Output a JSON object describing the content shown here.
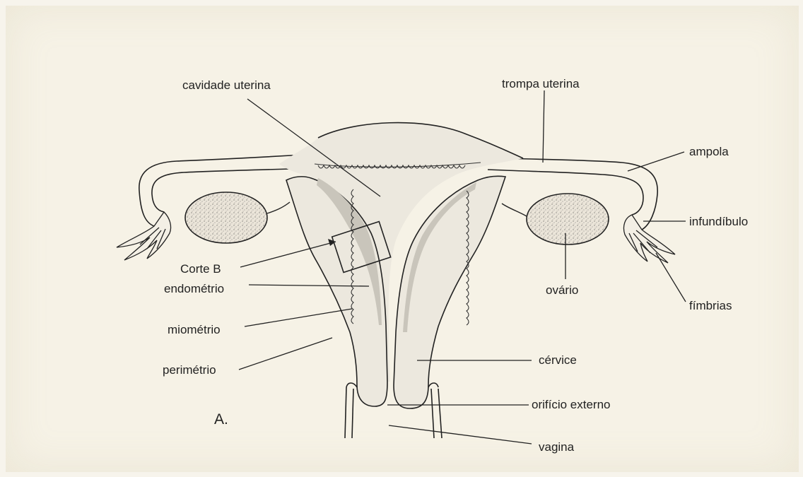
{
  "figure": {
    "panel_label": "A.",
    "labels": {
      "cavidade_uterina": "cavidade uterina",
      "trompa_uterina": "trompa uterina",
      "ampola": "ampola",
      "infundibulo": "infundíbulo",
      "fimbrias": "fímbrias",
      "ovario": "ovário",
      "cervice": "cérvice",
      "orificio_externo": "orifício externo",
      "vagina": "vagina",
      "corte_b": "Corte B",
      "endometrio": "endométrio",
      "miometrio": "miométrio",
      "perimetrio": "perimétrio"
    }
  },
  "colors": {
    "paper": "#f6f2e6",
    "ink": "#222222",
    "myometrium": "#ece8de",
    "endometrium": "#c9c5bb",
    "ovary": "#e8e2d6"
  }
}
